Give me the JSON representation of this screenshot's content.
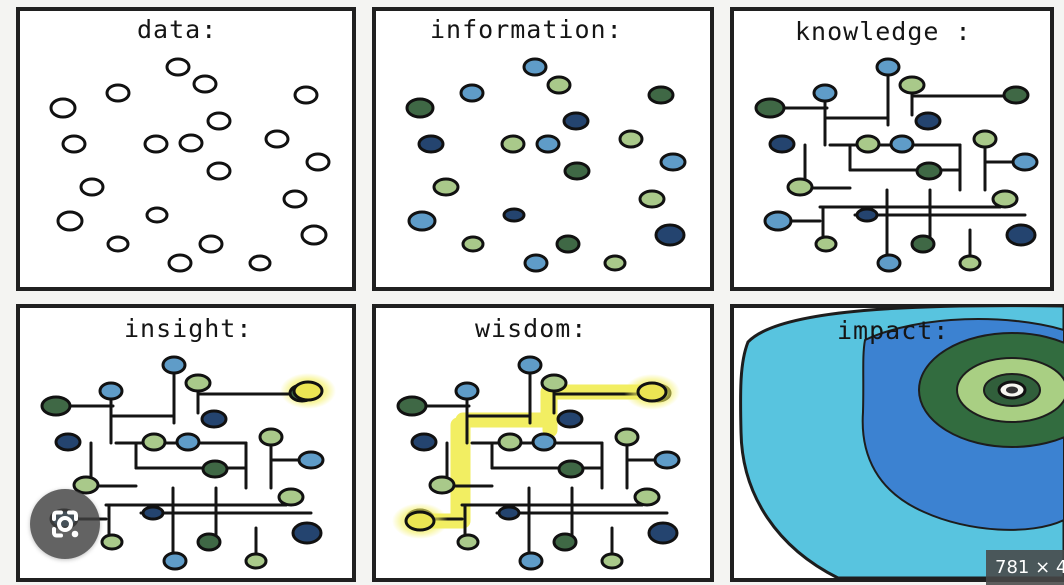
{
  "panels": [
    {
      "title": "data:"
    },
    {
      "title": "information:"
    },
    {
      "title": "knowledge :"
    },
    {
      "title": "insight:"
    },
    {
      "title": "wisdom:"
    },
    {
      "title": "impact:"
    }
  ],
  "overlay": {
    "lens_icon": "google-lens-icon",
    "image_size_badge": "781 × 4"
  },
  "colors": {
    "background": "#f4f4f2",
    "ink": "#151515",
    "dark_blue": "#24446f",
    "medium_blue": "#5f9cc8",
    "dark_green": "#3f6845",
    "light_green": "#a9c98a",
    "highlight_yellow": "#f1ec59",
    "impact_outer": "#58c4df",
    "impact_middle": "#3c82d1",
    "impact_inner": "#326c3f"
  }
}
